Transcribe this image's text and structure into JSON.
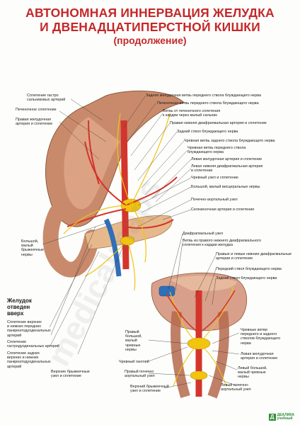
{
  "title": {
    "line1": "АВТОНОМНАЯ ИННЕРВАЦИЯ ЖЕЛУДКА",
    "line2": "И ДВЕНАДЦАТИПЕРСТНОЙ КИШКИ",
    "line3": "(продолжение)"
  },
  "colors": {
    "title": "#c3282a",
    "stomach": "#c98a6c",
    "nerve": "#f1c40f",
    "artery": "#d3352c",
    "vein": "#2e6fb8",
    "logo": "#2f8f3a"
  },
  "left_labels": {
    "a1": "Сплетение гастро\nсальниковых артерий",
    "a2": "Печеночное сплетение",
    "a3": "Правая желудочная\nартерия и сплетение",
    "a4": "Большой,\nмалый\nбрыжеечные\nнервы",
    "a5": "Сплетение верхних\nи нижних передних\nпанкреатодуоденальных\nартерий",
    "a6": "Сплетение\nгастродуоденальных артерий",
    "a7": "Сплетение задних\nверхних и нижних\nпанкреатодуоденальных\nартерий",
    "a8": "Верхние брыжеечные\nузел и сплетение"
  },
  "top_right_labels": {
    "b1": "Задняя желудочная ветвь переднего ствола блуждающего нерва",
    "b2": "Печеночная ветвь переднего ствола блуждающего нерва",
    "b3": "Ветвь от печеночного сплетения\nк кардии через малый сальник",
    "b4": "Правая нижняя диафрагмальная артерия и сплетение",
    "b5": "Задний ствол блуждающего нерва",
    "b6": "Чревная ветвь заднего ствола блуждающего нерва",
    "b7": "Чревная ветвь переднего ствола\nблуждающего нерва",
    "b8": "Левая желудочная артерия и сплетение",
    "b9": "Левая нижняя диафрагмальная артерия\nи сплетение",
    "b10": "Чревный узел и сплетение",
    "b11": "Большой, малый висцеральные нервы",
    "b12": "Почечно-аортальный узел",
    "b13": "Селезеночная артерия и сплетение"
  },
  "bottom_right_labels": {
    "c1": "Диафрагмальный узел",
    "c2": "Ветвь из правого нижнего диафрагмального\nсплетения к кардии желудка",
    "c3": "Правые и левые нижние диафрагмальные\nартерии и сплетение",
    "c4": "Передний ствол блуждающего нерва",
    "c5": "Задний ствол блуждающего нерва",
    "c6": "Чревные ветви\nпереднего и заднего\nстволов блуждающего\nнерва",
    "c7": "Левая желудочная\nартерия и сплетение",
    "c8": "Левый большой,\nмалый чревные\nнервы",
    "c9": "Левый почечно-\nаортальный узел"
  },
  "bottom_left_labels": {
    "d1": "Правый\nбольшой,\nмалый\nчревные\nнервы",
    "d2": "Чревный ганглий",
    "d3": "Правый почечно\nаортальный узел",
    "d4": "Верхний брыжеечный\nузел и сплетение"
  },
  "note": "Желудок\nотведен\nвверх",
  "watermark": "medicalmaps",
  "logo": {
    "mark": "Д",
    "text": "ДЕАЛИКА\nучебный"
  }
}
